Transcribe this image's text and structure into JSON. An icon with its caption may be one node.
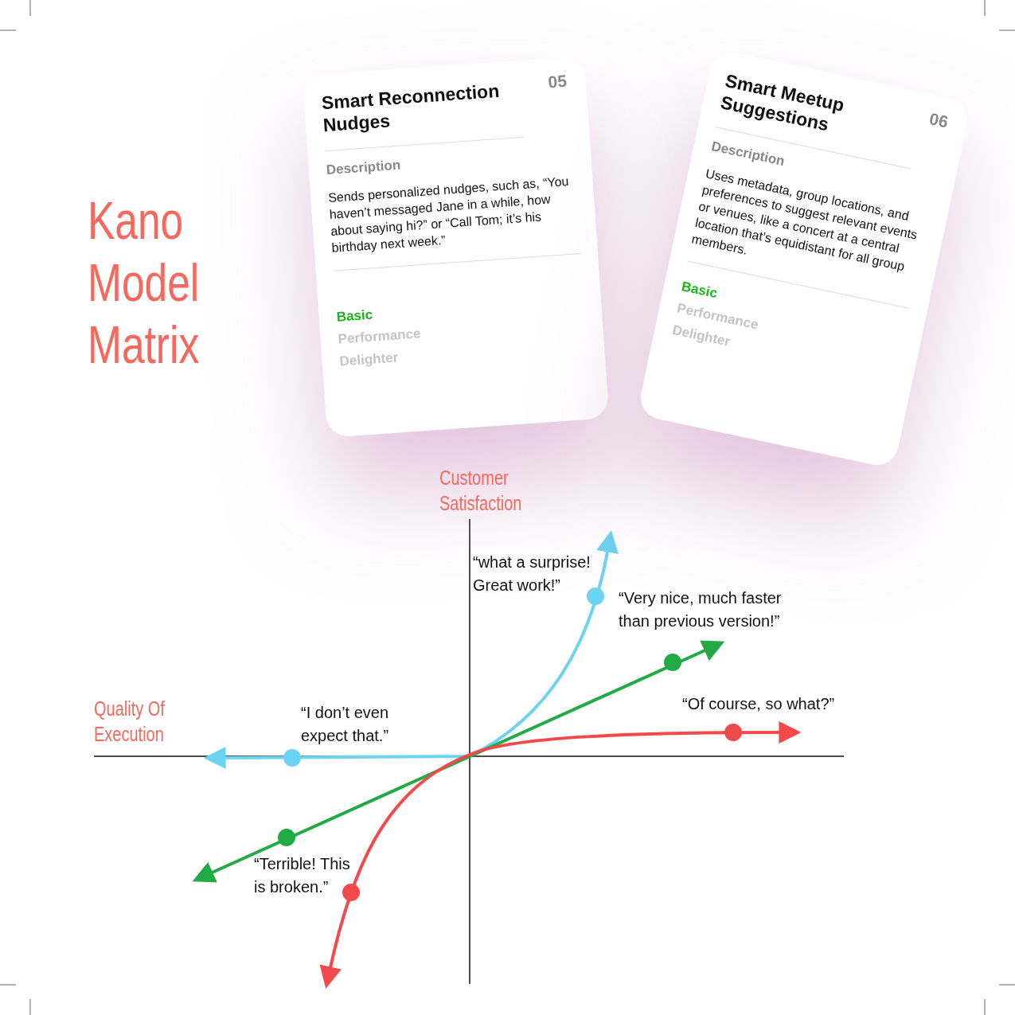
{
  "diagram": {
    "title": "Kano Model Matrix",
    "nodes": [
      {
        "text": [
          "Smart Reconnection Nudges",
          "05",
          "Description",
          "Sends personalized nudges, such as, “You haven’t messaged Jane in a while, how about saying hi?” or “Call Tom; it’s his birthday next week.”",
          "Basic",
          "Performance",
          "Delighter"
        ]
      },
      {
        "text": [
          "Smart Meetup Suggestions",
          "06",
          "Description",
          "Uses metadata, group locations, and preferences to suggest relevant events or venues, like a concert at a central location that’s equidistant for all group members.",
          "Basic",
          "Performance",
          "Delighter"
        ]
      }
    ],
    "labels": [
      "Customer Satisfaction",
      "“what a surprise! Great work!”",
      "“Very nice, much faster than previous version!”",
      "Quality Of Execution",
      "“I don’t even expect that.”",
      "“Of course, so what?”",
      "“Terrible! This is broken.”"
    ]
  }
}
